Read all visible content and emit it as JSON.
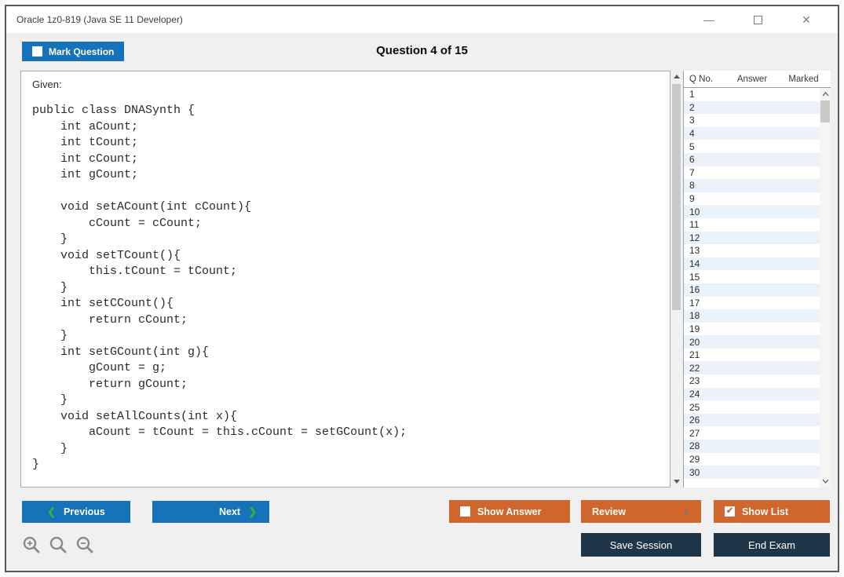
{
  "window": {
    "title": "Oracle 1z0-819 (Java SE 11 Developer)"
  },
  "icons": {
    "minimize": "—",
    "close": "✕",
    "chevron_left": "❮",
    "chevron_right": "❯",
    "caret_up": "▲",
    "check": "✔"
  },
  "header": {
    "mark_question": "Mark Question",
    "question_counter": "Question 4 of 15"
  },
  "question": {
    "prompt": "Given:",
    "code_lines": [
      "public class DNASynth {",
      "    int aCount;",
      "    int tCount;",
      "    int cCount;",
      "    int gCount;",
      "",
      "    void setACount(int cCount){",
      "        cCount = cCount;",
      "    }",
      "    void setTCount(){",
      "        this.tCount = tCount;",
      "    }",
      "    int setCCount(){",
      "        return cCount;",
      "    }",
      "    int setGCount(int g){",
      "        gCount = g;",
      "        return gCount;",
      "    }",
      "    void setAllCounts(int x){",
      "        aCount = tCount = this.cCount = setGCount(x);",
      "    }",
      "}"
    ]
  },
  "question_list": {
    "columns": [
      "Q No.",
      "Answer",
      "Marked"
    ],
    "rows": [
      {
        "q": "1",
        "answer": "",
        "marked": ""
      },
      {
        "q": "2",
        "answer": "",
        "marked": ""
      },
      {
        "q": "3",
        "answer": "",
        "marked": ""
      },
      {
        "q": "4",
        "answer": "",
        "marked": ""
      },
      {
        "q": "5",
        "answer": "",
        "marked": ""
      },
      {
        "q": "6",
        "answer": "",
        "marked": ""
      },
      {
        "q": "7",
        "answer": "",
        "marked": ""
      },
      {
        "q": "8",
        "answer": "",
        "marked": ""
      },
      {
        "q": "9",
        "answer": "",
        "marked": ""
      },
      {
        "q": "10",
        "answer": "",
        "marked": ""
      },
      {
        "q": "11",
        "answer": "",
        "marked": ""
      },
      {
        "q": "12",
        "answer": "",
        "marked": ""
      },
      {
        "q": "13",
        "answer": "",
        "marked": ""
      },
      {
        "q": "14",
        "answer": "",
        "marked": ""
      },
      {
        "q": "15",
        "answer": "",
        "marked": ""
      },
      {
        "q": "16",
        "answer": "",
        "marked": ""
      },
      {
        "q": "17",
        "answer": "",
        "marked": ""
      },
      {
        "q": "18",
        "answer": "",
        "marked": ""
      },
      {
        "q": "19",
        "answer": "",
        "marked": ""
      },
      {
        "q": "20",
        "answer": "",
        "marked": ""
      },
      {
        "q": "21",
        "answer": "",
        "marked": ""
      },
      {
        "q": "22",
        "answer": "",
        "marked": ""
      },
      {
        "q": "23",
        "answer": "",
        "marked": ""
      },
      {
        "q": "24",
        "answer": "",
        "marked": ""
      },
      {
        "q": "25",
        "answer": "",
        "marked": ""
      },
      {
        "q": "26",
        "answer": "",
        "marked": ""
      },
      {
        "q": "27",
        "answer": "",
        "marked": ""
      },
      {
        "q": "28",
        "answer": "",
        "marked": ""
      },
      {
        "q": "29",
        "answer": "",
        "marked": ""
      },
      {
        "q": "30",
        "answer": "",
        "marked": ""
      }
    ]
  },
  "footer": {
    "previous": "Previous",
    "next": "Next",
    "show_answer": "Show Answer",
    "review": "Review",
    "show_list": "Show List",
    "save_session": "Save Session",
    "end_exam": "End Exam"
  },
  "state": {
    "mark_question_checked": false,
    "show_answer_checked": false,
    "show_list_checked": true
  },
  "colors": {
    "accent_blue": "#1672b9",
    "accent_orange": "#d0662b",
    "dark_navy": "#1f3648",
    "green": "#36b336"
  }
}
